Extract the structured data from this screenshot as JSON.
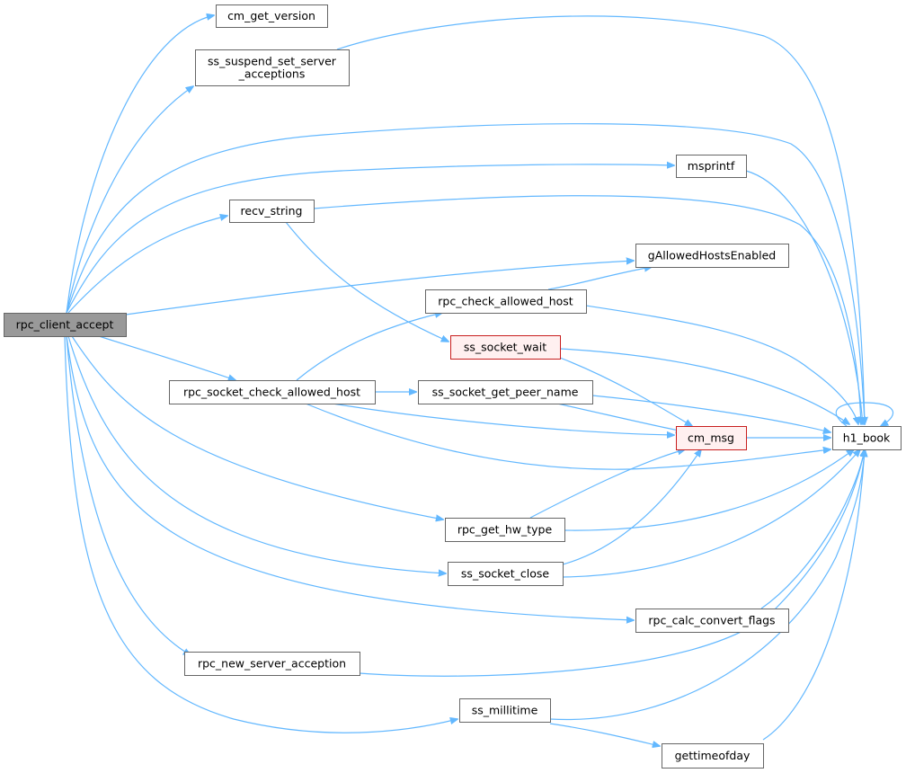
{
  "nodes": [
    {
      "id": "rpc_client_accept",
      "lines": [
        "rpc_client_accept"
      ],
      "style": "current"
    },
    {
      "id": "cm_get_version",
      "lines": [
        "cm_get_version"
      ],
      "style": "normal"
    },
    {
      "id": "ss_suspend_set_server_acceptions",
      "lines": [
        "ss_suspend_set_server",
        "_acceptions"
      ],
      "style": "normal"
    },
    {
      "id": "h1_book",
      "lines": [
        "h1_book"
      ],
      "style": "normal"
    },
    {
      "id": "msprintf",
      "lines": [
        "msprintf"
      ],
      "style": "normal"
    },
    {
      "id": "recv_string",
      "lines": [
        "recv_string"
      ],
      "style": "normal"
    },
    {
      "id": "gAllowedHostsEnabled",
      "lines": [
        "gAllowedHostsEnabled"
      ],
      "style": "normal"
    },
    {
      "id": "rpc_check_allowed_host",
      "lines": [
        "rpc_check_allowed_host"
      ],
      "style": "normal"
    },
    {
      "id": "ss_socket_wait",
      "lines": [
        "ss_socket_wait"
      ],
      "style": "highlight"
    },
    {
      "id": "rpc_socket_check_allowed_host",
      "lines": [
        "rpc_socket_check_allowed_host"
      ],
      "style": "normal"
    },
    {
      "id": "ss_socket_get_peer_name",
      "lines": [
        "ss_socket_get_peer_name"
      ],
      "style": "normal"
    },
    {
      "id": "cm_msg",
      "lines": [
        "cm_msg"
      ],
      "style": "highlight"
    },
    {
      "id": "rpc_get_hw_type",
      "lines": [
        "rpc_get_hw_type"
      ],
      "style": "normal"
    },
    {
      "id": "ss_socket_close",
      "lines": [
        "ss_socket_close"
      ],
      "style": "normal"
    },
    {
      "id": "rpc_calc_convert_flags",
      "lines": [
        "rpc_calc_convert_flags"
      ],
      "style": "normal"
    },
    {
      "id": "rpc_new_server_acception",
      "lines": [
        "rpc_new_server_acception"
      ],
      "style": "normal"
    },
    {
      "id": "ss_millitime",
      "lines": [
        "ss_millitime"
      ],
      "style": "normal"
    },
    {
      "id": "gettimeofday",
      "lines": [
        "gettimeofday"
      ],
      "style": "normal"
    }
  ],
  "edges": [
    {
      "from": "rpc_client_accept",
      "to": "cm_get_version"
    },
    {
      "from": "rpc_client_accept",
      "to": "ss_suspend_set_server_acceptions"
    },
    {
      "from": "rpc_client_accept",
      "to": "h1_book"
    },
    {
      "from": "rpc_client_accept",
      "to": "msprintf"
    },
    {
      "from": "rpc_client_accept",
      "to": "recv_string"
    },
    {
      "from": "rpc_client_accept",
      "to": "gAllowedHostsEnabled"
    },
    {
      "from": "rpc_client_accept",
      "to": "rpc_socket_check_allowed_host"
    },
    {
      "from": "rpc_client_accept",
      "to": "rpc_get_hw_type"
    },
    {
      "from": "rpc_client_accept",
      "to": "ss_socket_close"
    },
    {
      "from": "rpc_client_accept",
      "to": "rpc_calc_convert_flags"
    },
    {
      "from": "rpc_client_accept",
      "to": "rpc_new_server_acception"
    },
    {
      "from": "rpc_client_accept",
      "to": "ss_millitime"
    },
    {
      "from": "ss_suspend_set_server_acceptions",
      "to": "h1_book"
    },
    {
      "from": "h1_book",
      "to": "h1_book"
    },
    {
      "from": "msprintf",
      "to": "h1_book"
    },
    {
      "from": "recv_string",
      "to": "h1_book"
    },
    {
      "from": "recv_string",
      "to": "ss_socket_wait"
    },
    {
      "from": "rpc_check_allowed_host",
      "to": "gAllowedHostsEnabled"
    },
    {
      "from": "rpc_check_allowed_host",
      "to": "h1_book"
    },
    {
      "from": "ss_socket_wait",
      "to": "h1_book"
    },
    {
      "from": "ss_socket_wait",
      "to": "cm_msg"
    },
    {
      "from": "rpc_socket_check_allowed_host",
      "to": "rpc_check_allowed_host"
    },
    {
      "from": "rpc_socket_check_allowed_host",
      "to": "ss_socket_get_peer_name"
    },
    {
      "from": "rpc_socket_check_allowed_host",
      "to": "cm_msg"
    },
    {
      "from": "rpc_socket_check_allowed_host",
      "to": "h1_book"
    },
    {
      "from": "ss_socket_get_peer_name",
      "to": "h1_book"
    },
    {
      "from": "ss_socket_get_peer_name",
      "to": "cm_msg"
    },
    {
      "from": "cm_msg",
      "to": "h1_book"
    },
    {
      "from": "rpc_get_hw_type",
      "to": "cm_msg"
    },
    {
      "from": "rpc_get_hw_type",
      "to": "h1_book"
    },
    {
      "from": "ss_socket_close",
      "to": "cm_msg"
    },
    {
      "from": "ss_socket_close",
      "to": "h1_book"
    },
    {
      "from": "rpc_calc_convert_flags",
      "to": "h1_book"
    },
    {
      "from": "rpc_new_server_acception",
      "to": "h1_book"
    },
    {
      "from": "ss_millitime",
      "to": "h1_book"
    },
    {
      "from": "ss_millitime",
      "to": "gettimeofday"
    },
    {
      "from": "gettimeofday",
      "to": "h1_book"
    }
  ],
  "colors": {
    "edge": "#63b8ff",
    "node_border": "#666666",
    "current_fill": "#999999",
    "highlight_fill": "#fff0f0",
    "highlight_border": "#c81e1e"
  }
}
